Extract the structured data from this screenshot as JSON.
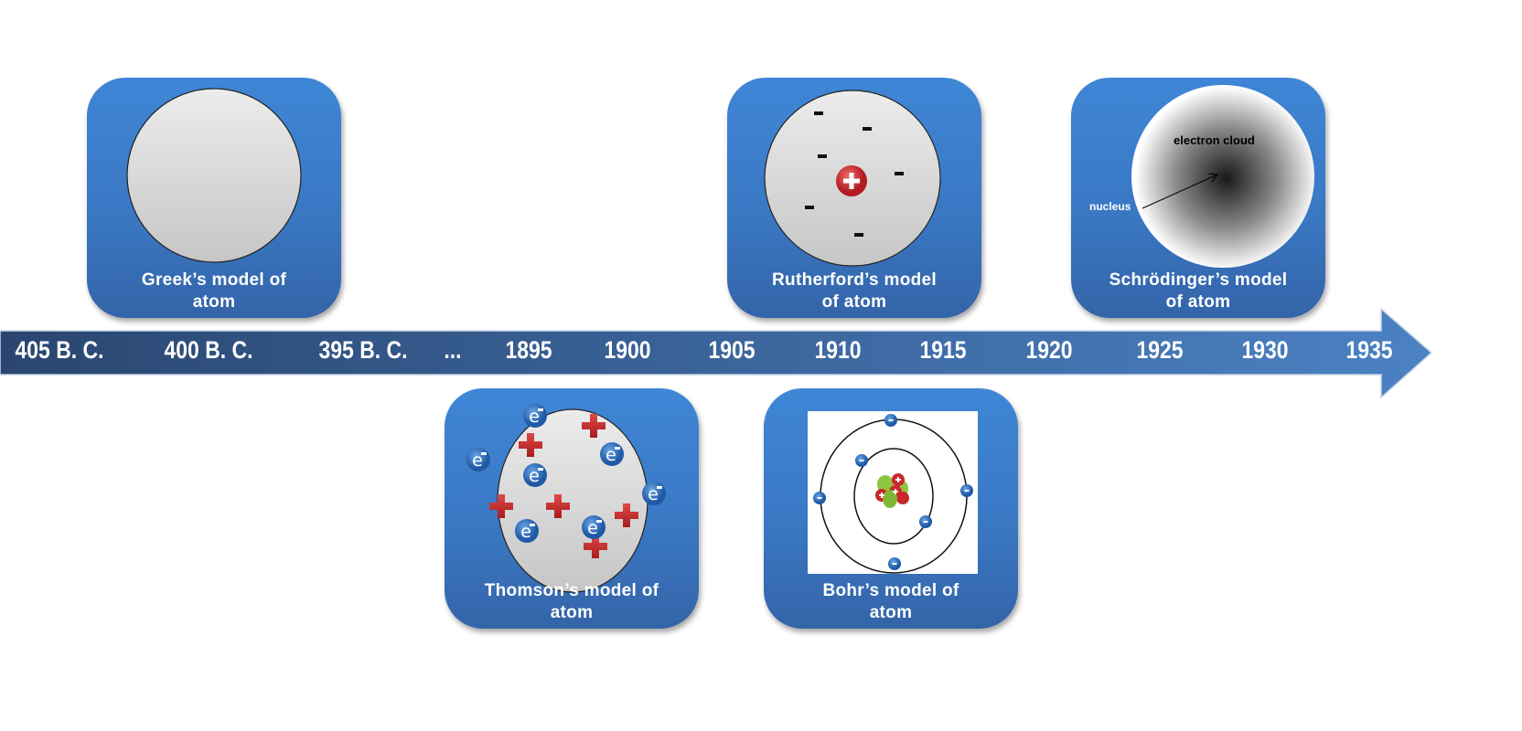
{
  "timeline": {
    "ticks": [
      "405 B. C.",
      "400 B. C.",
      "395 B. C.",
      "...",
      "1895",
      "1900",
      "1905",
      "1910",
      "1915",
      "1920",
      "1925",
      "1930",
      "1935"
    ]
  },
  "models": {
    "greek": {
      "caption_line1": "Greek’s model of",
      "caption_line2": "atom"
    },
    "rutherford": {
      "caption_line1": "Rutherford’s model",
      "caption_line2": "of atom",
      "nucleus_sign": "+",
      "electron_sign": "-"
    },
    "schrodinger": {
      "caption_line1": "Schrödinger’s model",
      "caption_line2": "of atom",
      "cloud_label": "electron cloud",
      "nucleus_label": "nucleus"
    },
    "thomson": {
      "caption_line1": "Thomson’s model of",
      "caption_line2": "atom",
      "electron_label": "e"
    },
    "bohr": {
      "caption_line1": "Bohr’s model of",
      "caption_line2": "atom",
      "electron_sign": "-"
    }
  },
  "colors": {
    "arrow_dark": "#2b4a78",
    "arrow_light": "#4a7fc0",
    "card": "#3a78c4",
    "proton": "#c8282c",
    "electron": "#2f6db8",
    "neutron": "#8cc63f"
  }
}
